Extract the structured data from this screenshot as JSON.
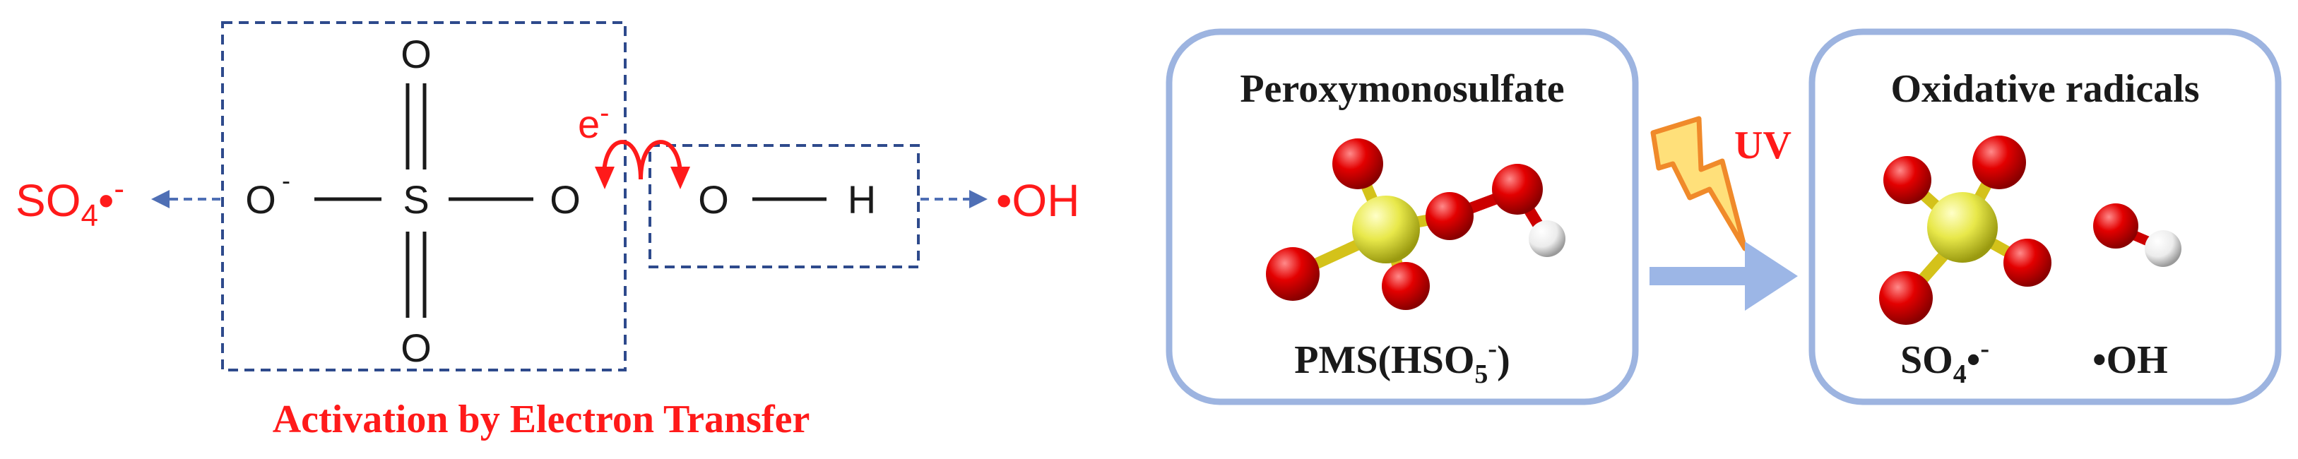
{
  "left_panel": {
    "structure": {
      "top_oxygen": "O",
      "bottom_oxygen": "O",
      "anion_oxygen": "O",
      "anion_charge": "-",
      "sulfur": "S",
      "peroxide_oxygen_1": "O",
      "peroxide_oxygen_2": "O",
      "hydrogen": "H"
    },
    "electron_label": "e",
    "electron_sign": "-",
    "sulfate_radical": {
      "base": "SO",
      "subscript": "4",
      "suffix": "•",
      "charge": "-"
    },
    "hydroxyl_radical": "•OH",
    "caption": "Activation by Electron Transfer"
  },
  "right_panel": {
    "pms_box": {
      "title": "Peroxymonosulfate",
      "formula_prefix": "PMS(HSO",
      "formula_sub": "5",
      "formula_sup": "-",
      "formula_suffix": ")"
    },
    "uv_label": "UV",
    "radicals_box": {
      "title": "Oxidative radicals",
      "sulfate": {
        "base": "SO",
        "subscript": "4",
        "suffix": "•",
        "charge": "-"
      },
      "hydroxyl": "•OH"
    }
  },
  "colors": {
    "text": "#1a1a1a",
    "red": "#ff1a1a",
    "dashed_box": "#2e4a8c",
    "arrow_blue": "#4f6fb5",
    "panel_border": "#9db4e0",
    "thick_arrow": "#9cb6e6",
    "oxygen": "#e30000",
    "sulfur": "#e8e84a",
    "hydrogen": "#f4f4f4",
    "lightning_fill": "#ffe07a",
    "lightning_stroke": "#f08a2a"
  }
}
